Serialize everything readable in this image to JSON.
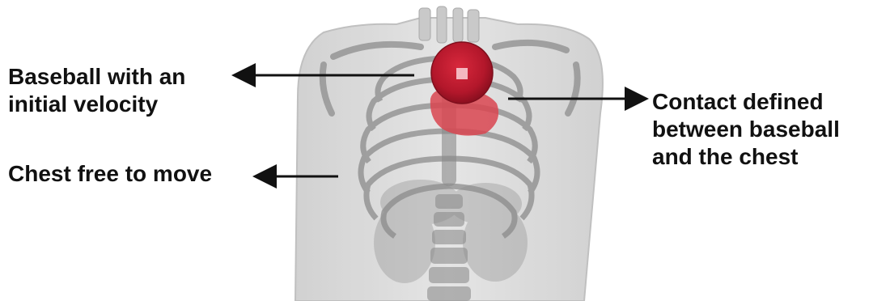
{
  "annotations": {
    "baseball": {
      "lines": [
        "Baseball with an",
        "initial velocity"
      ]
    },
    "chest": {
      "text": "Chest free to move"
    },
    "contact": {
      "lines": [
        "Contact defined",
        "between baseball",
        "and the chest"
      ]
    }
  },
  "colors": {
    "baseball": "#c2182e",
    "heart": "#d94550",
    "torso_outer": "#d8d8d8",
    "skeleton": "#7a7a7a",
    "arrow": "#111111",
    "text": "#111111"
  }
}
